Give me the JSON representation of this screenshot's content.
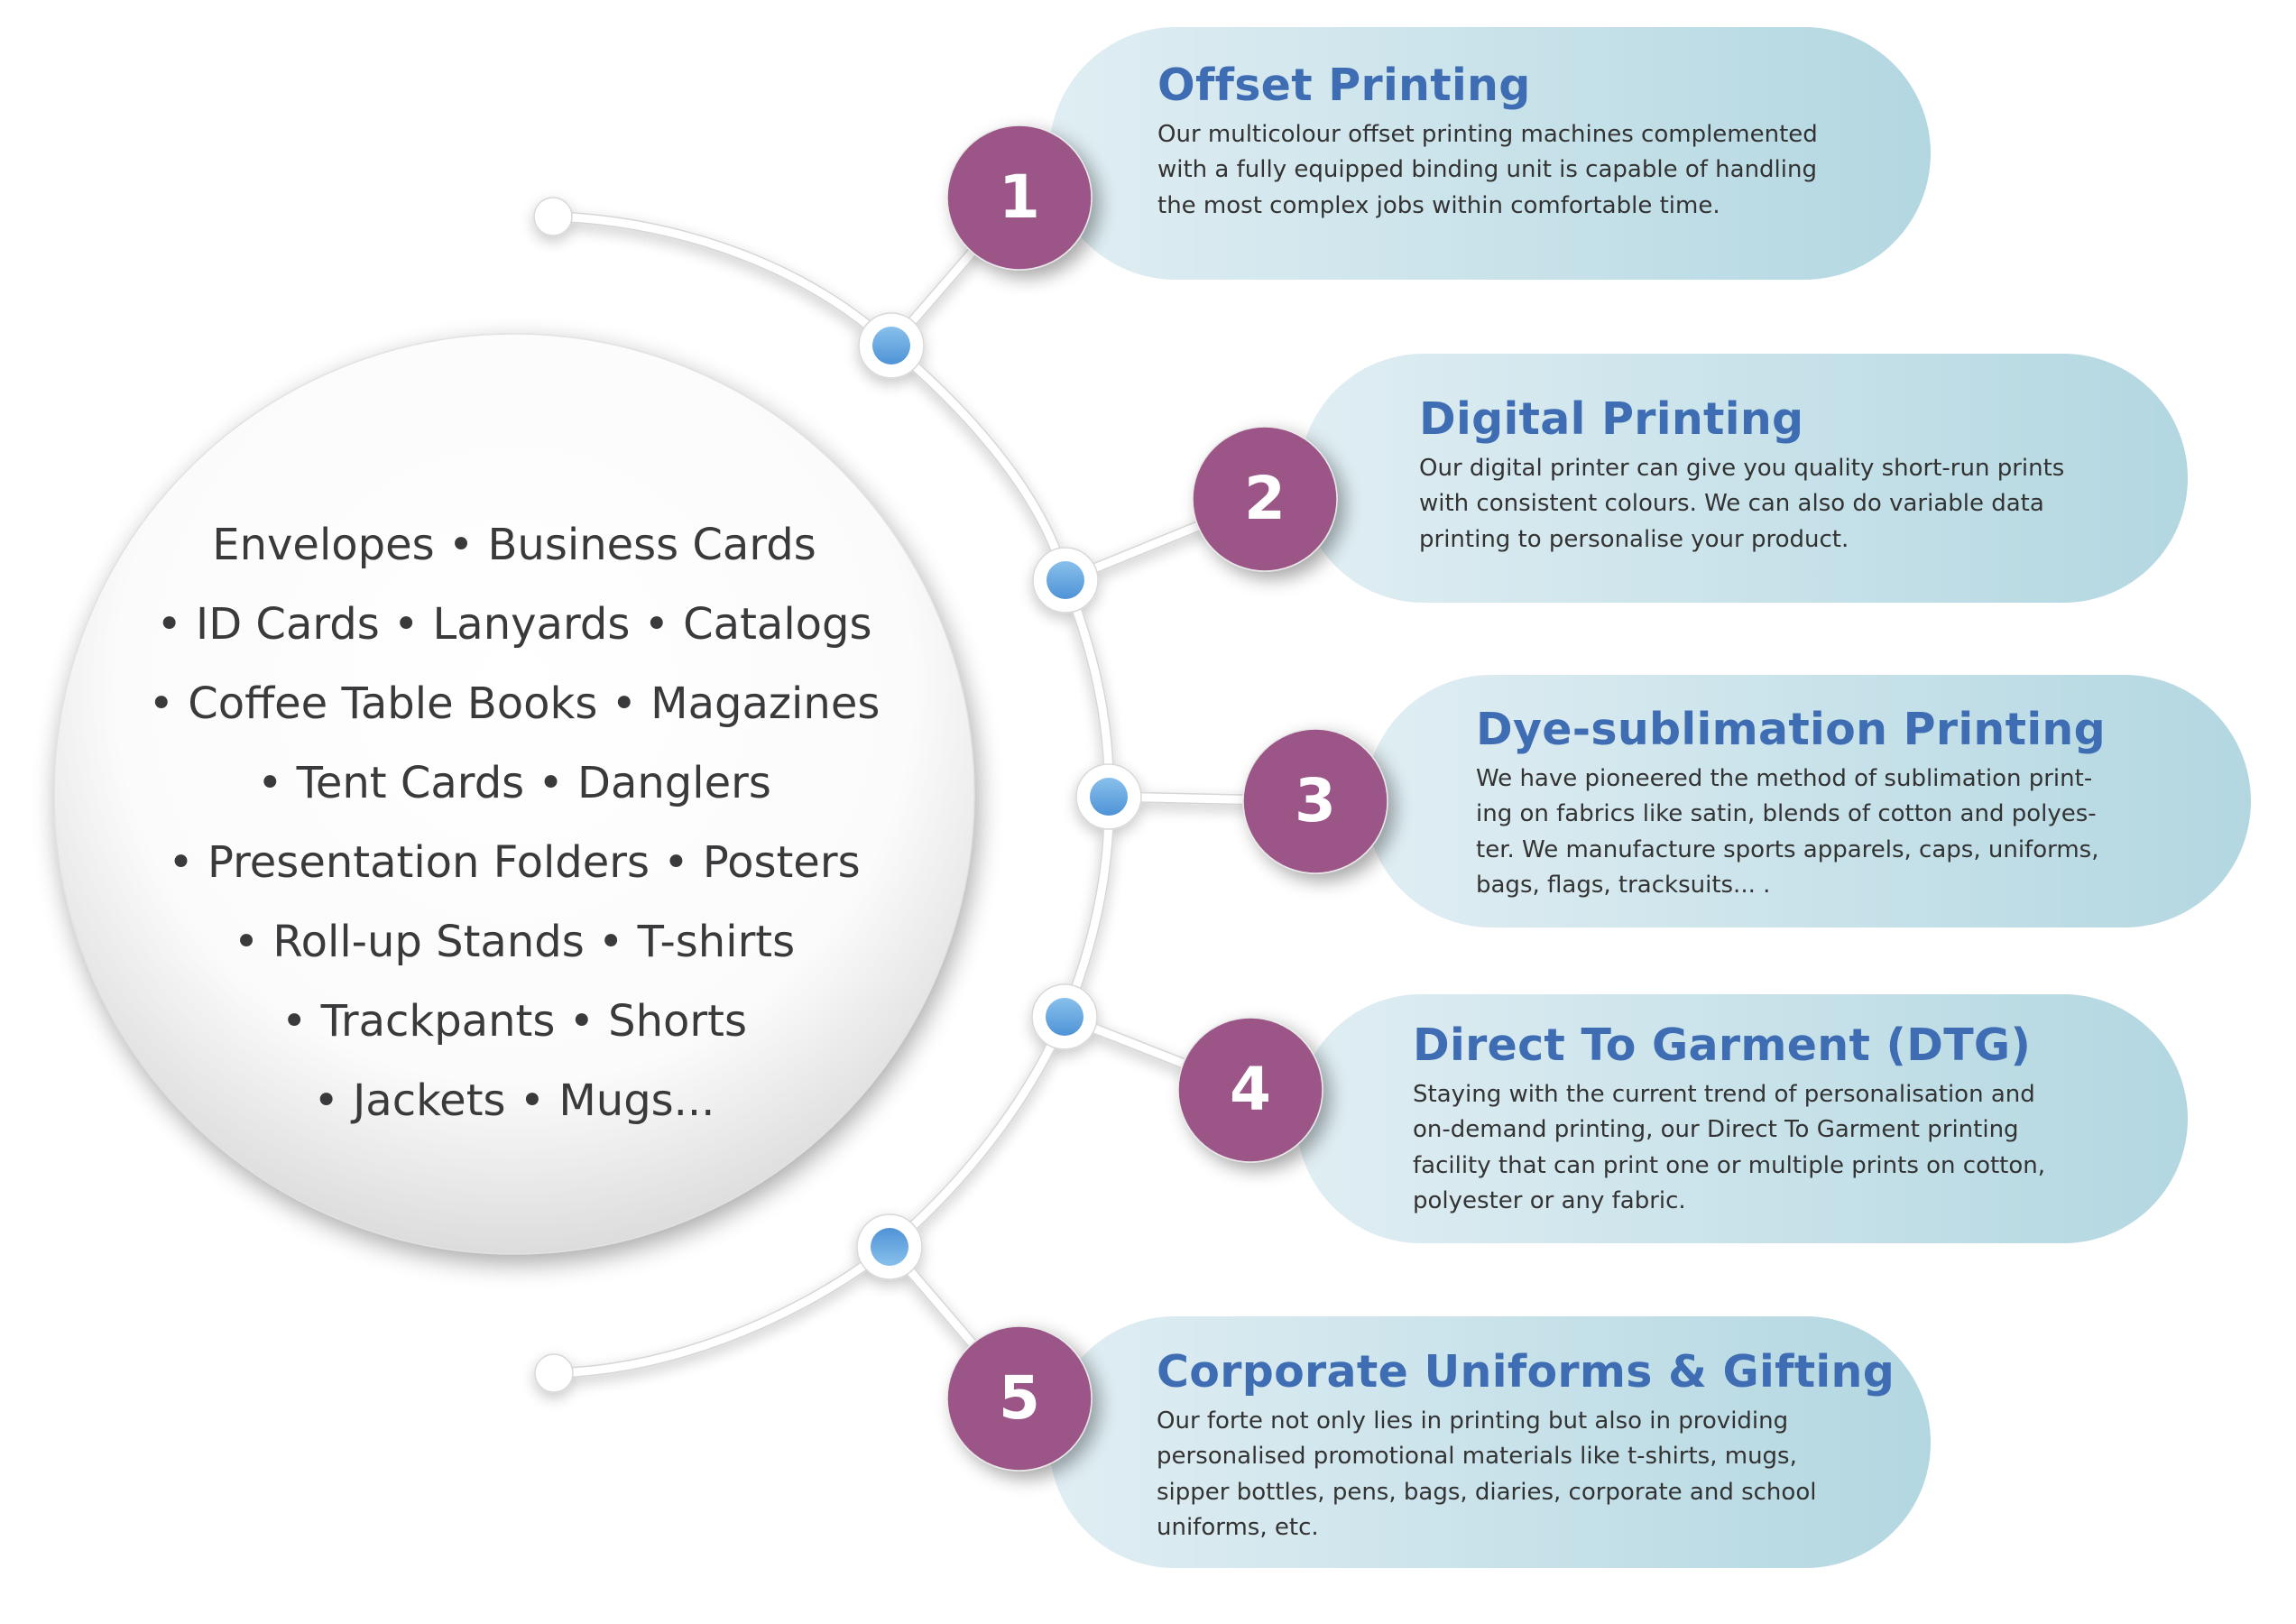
{
  "colors": {
    "heading": "#3F6DB3",
    "body_text": "#333333",
    "number_circle": "#9B5586",
    "dot_blue_light": "#88C0EC",
    "dot_blue_dark": "#4F93D6",
    "pill_light": "#E0EEF3",
    "pill_dark": "#B3D7E1"
  },
  "products": {
    "lines": [
      "Envelopes • Business Cards",
      "• ID Cards • Lanyards • Catalogs",
      "• Coffee Table Books • Magazines",
      "• Tent Cards • Danglers",
      "• Presentation Folders • Posters",
      "• Roll-up Stands • T-shirts",
      "• Trackpants • Shorts",
      "• Jackets • Mugs..."
    ]
  },
  "services": [
    {
      "number": "1",
      "title": "Offset Printing",
      "body": [
        "Our multicolour offset printing machines complemented",
        "with a fully equipped binding unit is capable of handling",
        "the most complex jobs within comfortable time."
      ]
    },
    {
      "number": "2",
      "title": "Digital Printing",
      "body": [
        "Our digital printer can give you quality short-run prints",
        "with consistent colours. We can also do variable data",
        "printing to personalise your product."
      ]
    },
    {
      "number": "3",
      "title": "Dye-sublimation Printing",
      "body": [
        "We have pioneered the method of sublimation print-",
        "ing on fabrics like satin, blends of cotton and polyes-",
        "ter. We manufacture sports apparels, caps, uniforms,",
        "bags, flags, tracksuits... ."
      ]
    },
    {
      "number": "4",
      "title": "Direct To Garment (DTG)",
      "body": [
        "Staying with the current trend of personalisation and",
        "on-demand printing, our Direct To Garment printing",
        "facility that can print one or multiple prints on cotton,",
        "polyester or any fabric."
      ]
    },
    {
      "number": "5",
      "title": "Corporate Uniforms & Gifting",
      "body": [
        "Our forte not only lies in printing but also in providing",
        "personalised promotional materials like t-shirts, mugs,",
        "sipper bottles, pens, bags, diaries, corporate and school",
        "uniforms, etc."
      ]
    }
  ]
}
